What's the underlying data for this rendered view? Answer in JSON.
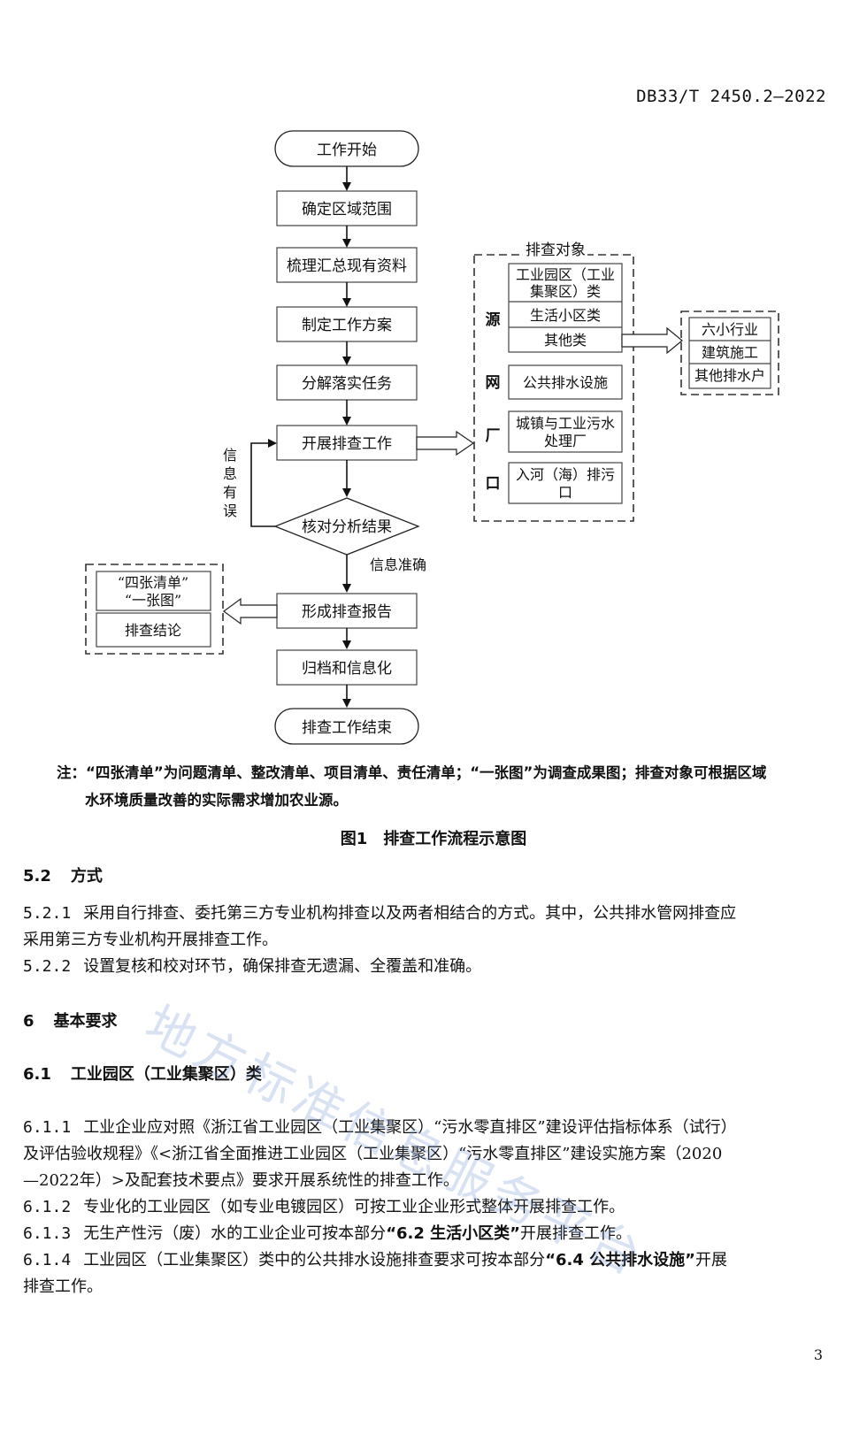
{
  "header": "DB33/T 2450.2—2022",
  "flowchart": {
    "start": "工作开始",
    "steps": [
      "确定区域范围",
      "梳理汇总现有资料",
      "制定工作方案",
      "分解落实任务",
      "开展排查工作"
    ],
    "decision": "核对分析结果",
    "feedback_label": [
      "信",
      "息",
      "有",
      "误"
    ],
    "accurate_label": "信息准确",
    "report": "形成排查报告",
    "archive": "归档和信息化",
    "end": "排查工作结束",
    "objects_title": "排查对象",
    "categories": [
      "源",
      "网",
      "厂",
      "口"
    ],
    "source_items": [
      [
        "工业园区（工业",
        "集聚区）类"
      ],
      [
        "生活小区类"
      ],
      [
        "其他类"
      ]
    ],
    "network_item": "公共排水设施",
    "plant_item": [
      "城镇与工业污水",
      "处理厂"
    ],
    "outlet_item": [
      "入河（海）排污",
      "口"
    ],
    "other_sub": [
      "六小行业",
      "建筑施工",
      "其他排水户"
    ],
    "outputs": [
      [
        "“四张清单”",
        "“一张图”"
      ],
      [
        "排查结论"
      ]
    ]
  },
  "note": {
    "line1": "注：“四张清单”为问题清单、整改清单、项目清单、责任清单；“一张图”为调查成果图；排查对象可根据区域",
    "line2": "水环境质量改善的实际需求增加农业源。"
  },
  "figure_caption": "图1　排查工作流程示意图",
  "sections": {
    "s52": {
      "num": "5.2",
      "title": "方式"
    },
    "s521": {
      "num": "5.2.1",
      "text1": "采用自行排查、委托第三方专业机构排查以及两者相结合的方式。其中，公共排水管网排查应",
      "text2": "采用第三方专业机构开展排查工作。"
    },
    "s522": {
      "num": "5.2.2",
      "text": "设置复核和校对环节，确保排查无遗漏、全覆盖和准确。"
    },
    "s6": {
      "num": "6",
      "title": "基本要求"
    },
    "s61": {
      "num": "6.1",
      "title": "工业园区（工业集聚区）类"
    },
    "s611": {
      "num": "6.1.1",
      "text1": "工业企业应对照《浙江省工业园区（工业集聚区）“污水零直排区”建设评估指标体系（试行）",
      "text2": "及评估验收规程》《<浙江省全面推进工业园区（工业集聚区）“污水零直排区”建设实施方案（2020",
      "text3": "—2022年）>及配套技术要点》要求开展系统性的排查工作。"
    },
    "s612": {
      "num": "6.1.2",
      "text": "专业化的工业园区（如专业电镀园区）可按工业企业形式整体开展排查工作。"
    },
    "s613": {
      "num": "6.1.3",
      "pre": "无生产性污（废）水的工业企业可按本部分",
      "bold": "“6.2 生活小区类”",
      "post": "开展排查工作。"
    },
    "s614": {
      "num": "6.1.4",
      "pre": "工业园区（工业集聚区）类中的公共排水设施排查要求可按本部分",
      "bold": "“6.4 公共排水设施”",
      "post": "开展",
      "text2": "排查工作。"
    }
  },
  "page_number": "3"
}
